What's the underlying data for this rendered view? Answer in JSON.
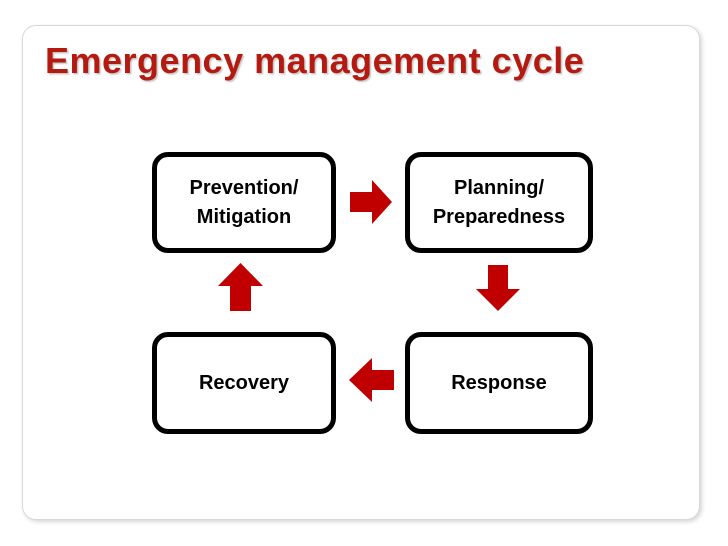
{
  "slide": {
    "title": "Emergency management cycle",
    "title_color": "#b51a11",
    "background_color": "#ffffff",
    "frame_border_color": "#d8d8d8"
  },
  "diagram": {
    "type": "cycle",
    "node_border_color": "#000000",
    "node_fill_color": "#ffffff",
    "node_text_color": "#000000",
    "arrow_color": "#c00000",
    "nodes": [
      {
        "id": "prevention",
        "lines": [
          "Prevention/",
          "Mitigation"
        ]
      },
      {
        "id": "planning",
        "lines": [
          "Planning/",
          "Preparedness"
        ]
      },
      {
        "id": "recovery",
        "lines": [
          "Recovery"
        ]
      },
      {
        "id": "response",
        "lines": [
          "Response"
        ]
      }
    ],
    "arrows": [
      {
        "id": "arrow-right",
        "direction": "right",
        "from": "prevention",
        "to": "planning"
      },
      {
        "id": "arrow-down",
        "direction": "down",
        "from": "planning",
        "to": "response"
      },
      {
        "id": "arrow-left",
        "direction": "left",
        "from": "response",
        "to": "recovery"
      },
      {
        "id": "arrow-up",
        "direction": "up",
        "from": "recovery",
        "to": "prevention"
      }
    ]
  }
}
